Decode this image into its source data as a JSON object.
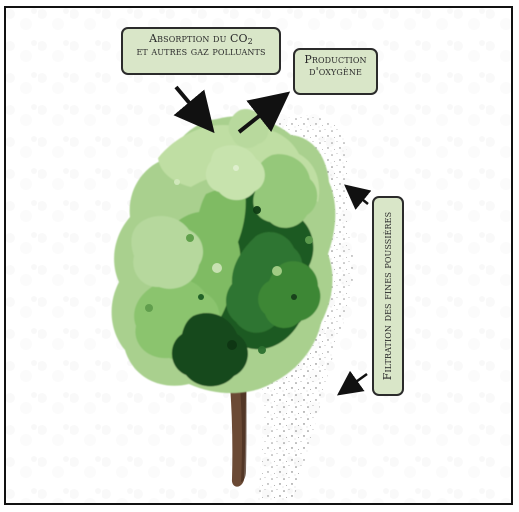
{
  "labels": {
    "absorption": {
      "line1_prefix": "Absorption du CO",
      "line1_subscript": "2",
      "line2": "et autres gaz polluants"
    },
    "production": {
      "line1": "Production",
      "line2": "d'oxygène"
    },
    "filtration": {
      "text": "Filtration des fines poussières"
    }
  },
  "colors": {
    "box_fill": "#d9e6c8",
    "box_border": "#2b2b2b",
    "leaf_light": "#a9d08e",
    "leaf_mid": "#6fb35c",
    "leaf_dark": "#1f5a22",
    "trunk": "#6b4a35",
    "dust": "#9a9a9a"
  },
  "icons": {
    "tree": "deciduous-tree-illustration",
    "dust": "fine-dust-particle-cloud",
    "arrow": "black-direction-arrow"
  }
}
